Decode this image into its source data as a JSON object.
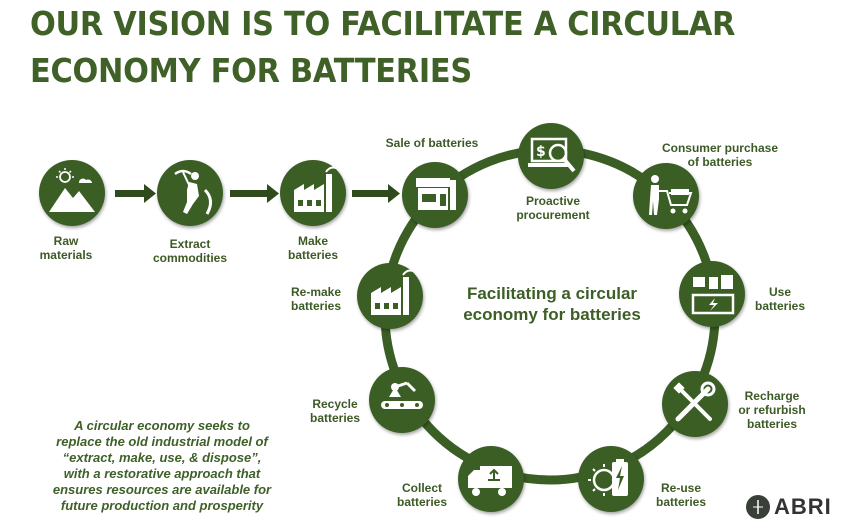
{
  "title": "OUR VISION IS TO FACILITATE A CIRCULAR ECONOMY FOR BATTERIES",
  "center_text": "Facilitating a circular\neconomy for batteries",
  "quote": "A circular economy seeks to\nreplace the old industrial model of\n“extract, make, use, & dispose”,\nwith a restorative approach that\nensures resources are available for\nfuture production and prosperity",
  "logo_text": "ABRI",
  "colors": {
    "node": "#3b5e25",
    "ring": "#3b5e25",
    "text": "#3c5a26"
  },
  "linear_steps": [
    {
      "label": "Raw\nmaterials",
      "icon": "mountain-sun-icon"
    },
    {
      "label": "Extract\ncommodities",
      "icon": "miner-pickaxe-icon"
    },
    {
      "label": "Make\nbatteries",
      "icon": "factory-icon"
    }
  ],
  "cycle_steps": [
    {
      "label": "Sale of batteries",
      "icon": "battery-shop-icon"
    },
    {
      "label": "Proactive\nprocurement",
      "icon": "laptop-search-dollar-icon"
    },
    {
      "label": "Consumer purchase\nof batteries",
      "icon": "shopping-cart-person-icon"
    },
    {
      "label": "Use\nbatteries",
      "icon": "devices-battery-icon"
    },
    {
      "label": "Recharge\nor refurbish\nbatteries",
      "icon": "wrench-screwdriver-icon"
    },
    {
      "label": "Re-use\nbatteries",
      "icon": "battery-sun-icon"
    },
    {
      "label": "Collect\nbatteries",
      "icon": "truck-recycle-icon"
    },
    {
      "label": "Recycle\nbatteries",
      "icon": "robot-arm-conveyor-icon"
    },
    {
      "label": "Re-make\nbatteries",
      "icon": "factory-icon"
    }
  ]
}
